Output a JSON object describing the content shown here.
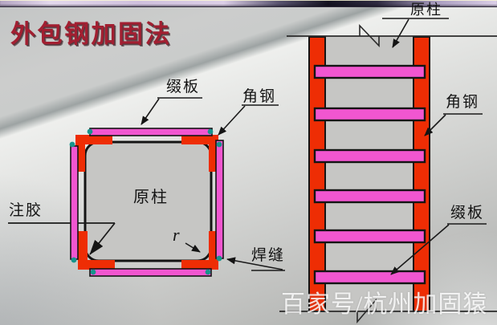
{
  "slide": {
    "title": "外包钢加固法",
    "watermark": "百家号/杭州加固猿"
  },
  "colors": {
    "title_red": "#a21f31",
    "angle_steel_red": "#ee2d04",
    "batten_pink": "#f156d0",
    "weld_teal": "#17948c",
    "column_gray": "#c6c6c4",
    "outline_black": "#141414",
    "watermark_white": "rgba(255,255,255,0.82)"
  },
  "cross_section": {
    "labels": {
      "batten": "缀板",
      "angle": "角钢",
      "column": "原柱",
      "glue": "注胶",
      "radius": "r",
      "weld": "焊缝"
    }
  },
  "elevation": {
    "labels": {
      "column": "原柱",
      "angle": "角钢",
      "batten": "缀板"
    }
  }
}
